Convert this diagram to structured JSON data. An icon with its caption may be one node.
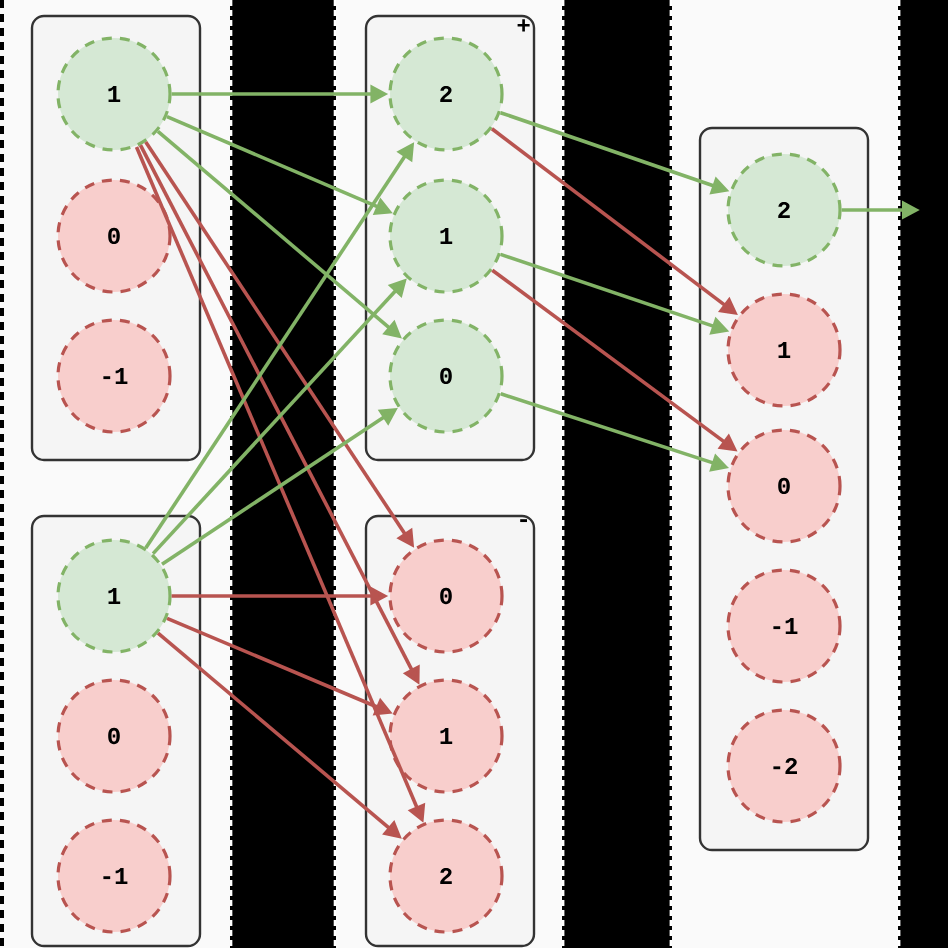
{
  "diagram": {
    "nodes": [
      {
        "text": [],
        "shape": "box"
      },
      {
        "text": [
          "1"
        ],
        "in": 0
      },
      {
        "text": [
          "0"
        ],
        "in": 0
      },
      {
        "text": [
          "-1"
        ],
        "in": 0
      },
      {
        "text": [
          "+"
        ]
      },
      {
        "text": [
          "2"
        ],
        "in": 4
      },
      {
        "text": [
          "1"
        ],
        "in": 4
      },
      {
        "text": [
          "0"
        ],
        "in": 4
      },
      {
        "text": [],
        "shape": "box"
      },
      {
        "text": [
          "2"
        ],
        "in": 8
      },
      {
        "text": [
          "1"
        ],
        "in": 8
      },
      {
        "text": [
          "0"
        ],
        "in": 8
      },
      {
        "text": [
          "-1"
        ],
        "in": 8
      },
      {
        "text": [
          "-2"
        ],
        "in": 8
      },
      {
        "text": [],
        "shape": "box"
      },
      {
        "text": [
          "1"
        ],
        "in": 14
      },
      {
        "text": [
          "0"
        ],
        "in": 14
      },
      {
        "text": [
          "-1"
        ],
        "in": 14
      },
      {
        "text": [
          "-"
        ]
      },
      {
        "text": [
          "0"
        ],
        "in": 18
      },
      {
        "text": [
          "1"
        ],
        "in": 18
      },
      {
        "text": [
          "2"
        ],
        "in": 18
      }
    ],
    "edges": [
      {
        "from": 1,
        "to": 5,
        "arrow": "to"
      },
      {
        "from": 1,
        "to": 6,
        "arrow": "to"
      },
      {
        "from": 1,
        "to": 7,
        "arrow": "to"
      },
      {
        "from": 1,
        "to": 19,
        "arrow": "to",
        "color": "#b85450"
      },
      {
        "from": 1,
        "to": 20,
        "arrow": "to",
        "color": "#b85450"
      },
      {
        "from": 1,
        "to": 21,
        "arrow": "to",
        "color": "#b85450"
      },
      {
        "from": 15,
        "to": 5,
        "arrow": "to"
      },
      {
        "from": 15,
        "to": 6,
        "arrow": "to"
      },
      {
        "from": 15,
        "to": 7,
        "arrow": "to"
      },
      {
        "from": 15,
        "to": 19,
        "arrow": "to",
        "color": "#b85450"
      },
      {
        "from": 15,
        "to": 20,
        "arrow": "to",
        "color": "#b85450"
      },
      {
        "from": 15,
        "to": 21,
        "arrow": "to",
        "color": "#b85450"
      },
      {
        "from": 5,
        "to": 9,
        "arrow": "to"
      },
      {
        "from": 5,
        "to": 10,
        "arrow": "to",
        "color": "#b85450"
      },
      {
        "from": 6,
        "to": 10,
        "arrow": "to"
      },
      {
        "from": 6,
        "to": 11,
        "arrow": "to",
        "color": "#b85450"
      },
      {
        "from": 7,
        "to": 11,
        "arrow": "to"
      },
      {
        "from": 9,
        "to": null,
        "arrow": "to"
      }
    ]
  }
}
